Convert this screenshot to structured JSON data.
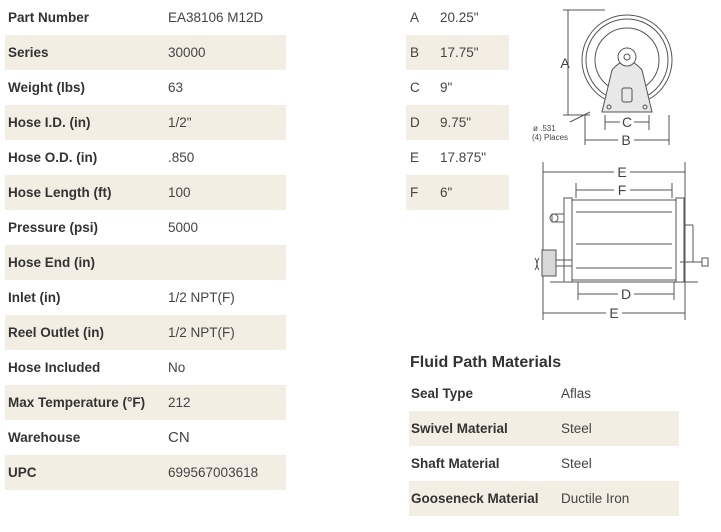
{
  "specs": [
    {
      "label": "Part Number",
      "value": "EA38106 M12D"
    },
    {
      "label": "Series",
      "value": "30000"
    },
    {
      "label": "Weight (lbs)",
      "value": "63"
    },
    {
      "label": "Hose I.D. (in)",
      "value": "1/2\""
    },
    {
      "label": "Hose O.D. (in)",
      "value": ".850"
    },
    {
      "label": "Hose Length (ft)",
      "value": "100"
    },
    {
      "label": "Pressure (psi)",
      "value": "5000"
    },
    {
      "label": "Hose End (in)",
      "value": ""
    },
    {
      "label": "Inlet (in)",
      "value": "1/2 NPT(F)"
    },
    {
      "label": "Reel Outlet (in)",
      "value": "1/2 NPT(F)"
    },
    {
      "label": "Hose Included",
      "value": "No"
    },
    {
      "label": "Max Temperature (°F)",
      "value": "212"
    },
    {
      "label": "Warehouse",
      "value": "CN"
    },
    {
      "label": "UPC",
      "value": "699567003618"
    }
  ],
  "dimensions": [
    {
      "letter": "A",
      "value": "20.25\""
    },
    {
      "letter": "B",
      "value": "17.75\""
    },
    {
      "letter": "C",
      "value": "9\""
    },
    {
      "letter": "D",
      "value": "9.75\""
    },
    {
      "letter": "E",
      "value": "17.875\""
    },
    {
      "letter": "F",
      "value": "6\""
    }
  ],
  "drawing": {
    "labels": {
      "a": "A",
      "b": "B",
      "c": "C",
      "d": "D",
      "e": "E",
      "f": "F"
    },
    "hole_note_line1": "ø .531",
    "hole_note_line2": "(4) Places"
  },
  "fluid": {
    "title": "Fluid Path Materials",
    "rows": [
      {
        "label": "Seal Type",
        "value": "Aflas"
      },
      {
        "label": "Swivel Material",
        "value": "Steel"
      },
      {
        "label": "Shaft Material",
        "value": "Steel"
      },
      {
        "label": "Gooseneck Material",
        "value": "Ductile Iron"
      }
    ]
  }
}
